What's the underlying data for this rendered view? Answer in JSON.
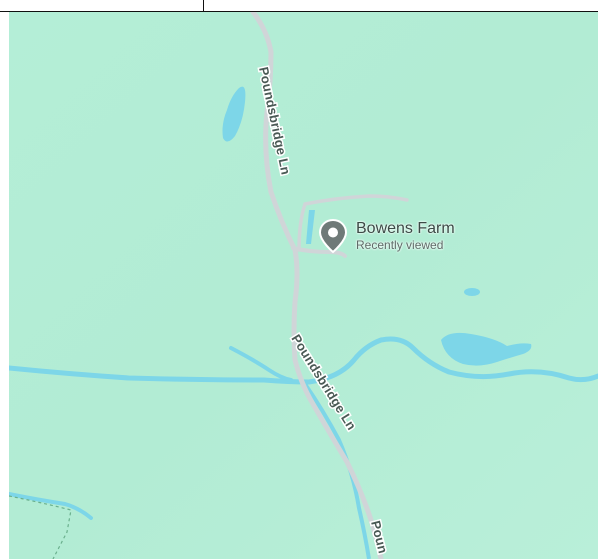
{
  "map": {
    "land_color": "#b2ecd4",
    "water_color": "#7dd6e8",
    "road_color": "#d0d5d8",
    "roads": {
      "north_label": "Poundsbridge Ln",
      "south_label": "Poundsbridge Ln",
      "bottom_label": "Poun"
    },
    "place": {
      "name": "Bowens Farm",
      "subtitle": "Recently viewed",
      "icon": "map-pin-icon",
      "pin_color": "#6f7a78"
    }
  }
}
